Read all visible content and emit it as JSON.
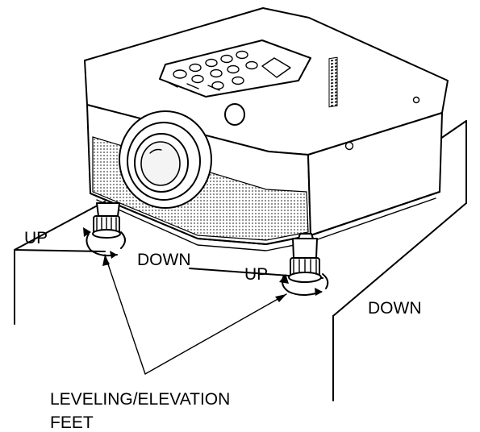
{
  "labels": {
    "up_left": "UP",
    "down_left": "DOWN",
    "up_right": "UP",
    "down_right": "DOWN",
    "callout_line1": "LEVELING/ELEVATION",
    "callout_line2": "FEET"
  },
  "colors": {
    "ink": "#000000",
    "paper": "#ffffff",
    "grille": "#9a9a9a"
  }
}
